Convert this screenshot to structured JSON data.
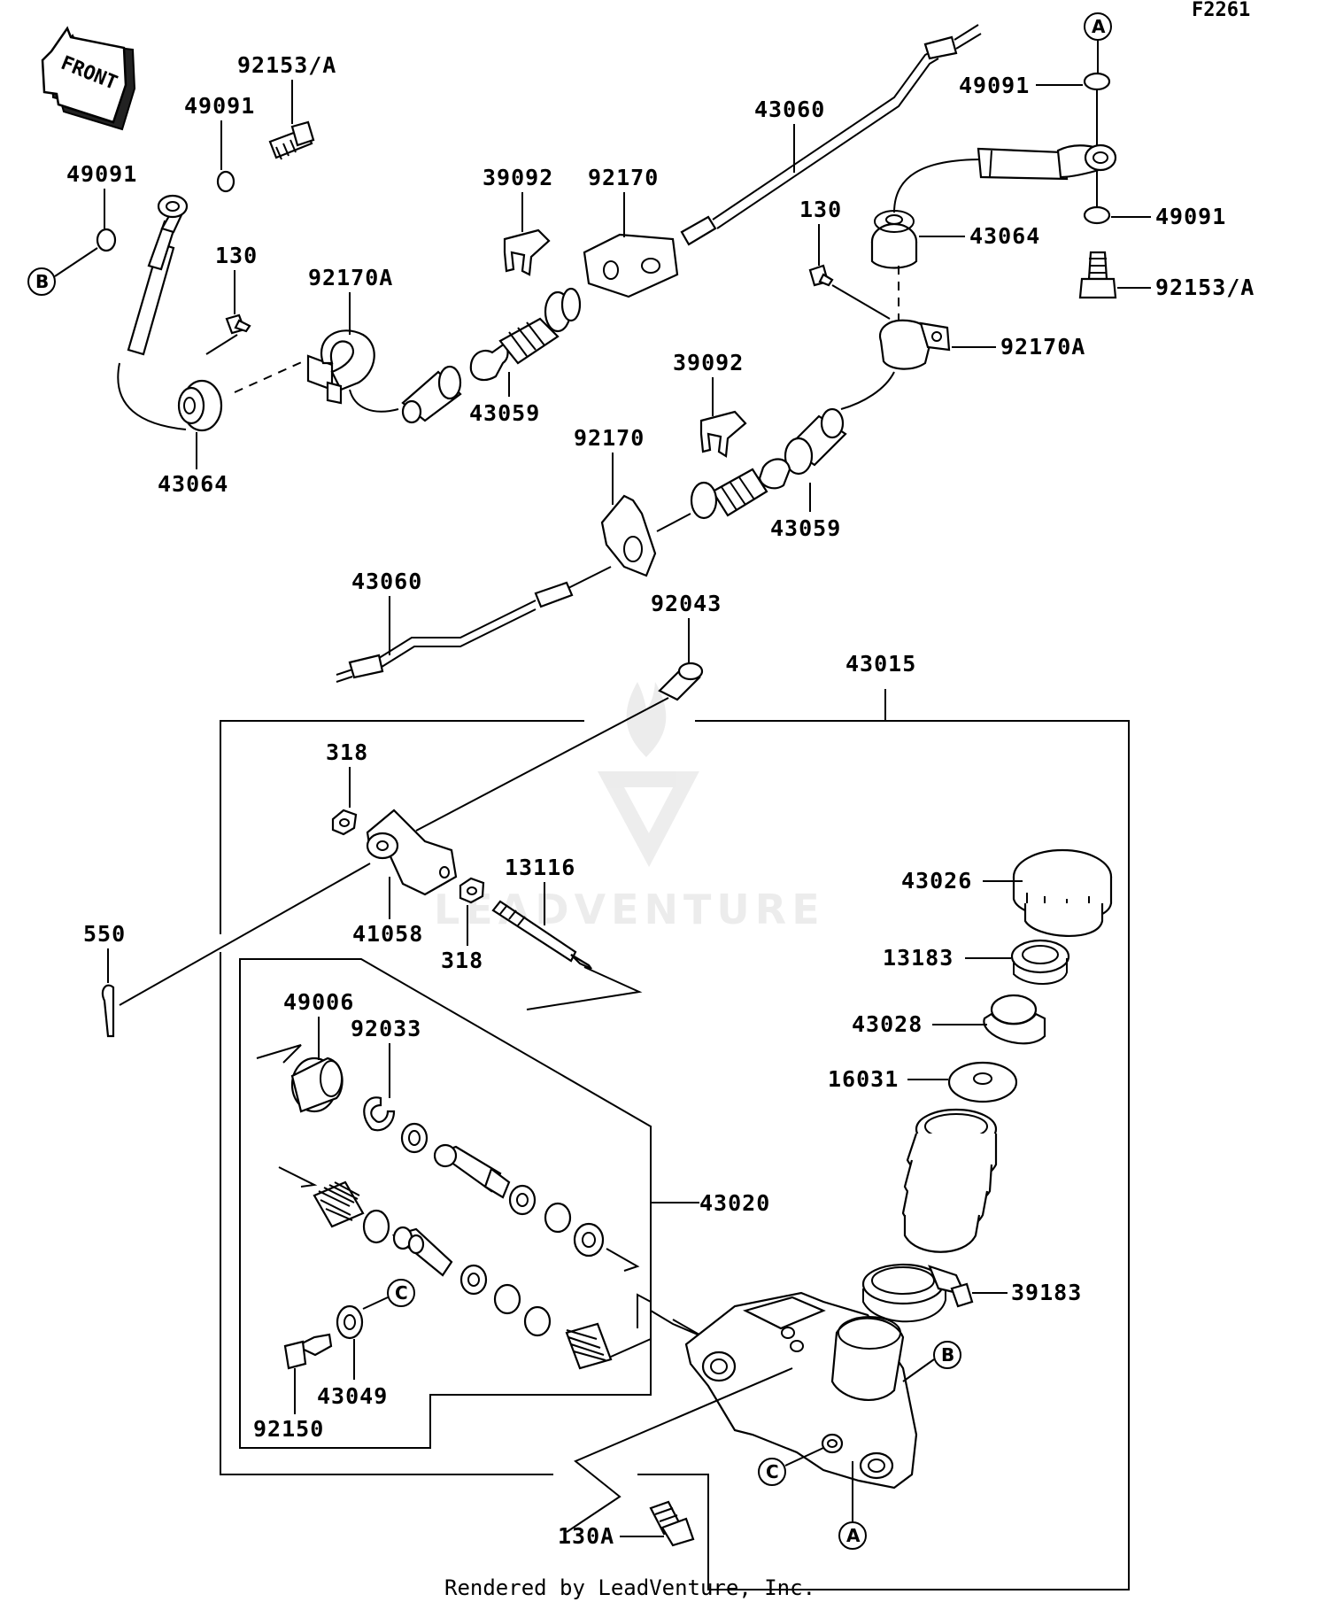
{
  "diagram_code": "F2261",
  "front_label": "FRONT",
  "footer": "Rendered by LeadVenture, Inc.",
  "watermark": "LEADVENTURE",
  "part_labels": {
    "p92153A_top": "92153/A",
    "p49091_tl2": "49091",
    "p49091_tl1": "49091",
    "p130_left": "130",
    "p92170A_left": "92170A",
    "p43064_left": "43064",
    "p39092_top": "39092",
    "p92170_top": "92170",
    "p43059_top": "43059",
    "p43060_top": "43060",
    "p130_right": "130",
    "p43064_right": "43064",
    "p49091_r1": "49091",
    "p49091_r2": "49091",
    "p92153A_right": "92153/A",
    "p92170A_right": "92170A",
    "p39092_mid": "39092",
    "p92170_mid": "92170",
    "p43059_mid": "43059",
    "p43060_low": "43060",
    "p92043": "92043",
    "p43015": "43015",
    "p318_top": "318",
    "p318_bot": "318",
    "p41058": "41058",
    "p13116": "13116",
    "p550": "550",
    "p43026": "43026",
    "p13183": "13183",
    "p43028": "43028",
    "p16031": "16031",
    "p49006": "49006",
    "p92033": "92033",
    "p43020": "43020",
    "p39183": "39183",
    "p43049": "43049",
    "p92150": "92150",
    "p130A": "130A"
  },
  "callouts": {
    "A_top": "A",
    "B_left": "B",
    "C_mid": "C",
    "B_right": "B",
    "C_low": "C",
    "A_low": "A"
  }
}
